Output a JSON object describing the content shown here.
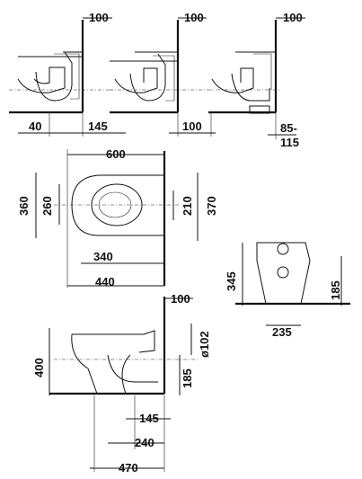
{
  "diagram": {
    "view1": {
      "top": "100",
      "left": "40",
      "right": "145"
    },
    "view2": {
      "top": "100",
      "bottom": "100"
    },
    "view3": {
      "top": "100",
      "bottom_line1": "85-",
      "bottom_line2": "115"
    },
    "plan": {
      "width": "600",
      "depth_left": "360",
      "inner_left": "260",
      "inner_right": "210",
      "depth_right": "370",
      "lower1": "340",
      "lower2": "440"
    },
    "rear": {
      "height_left": "345",
      "height_right": "185",
      "bottom": "235"
    },
    "side": {
      "top": "100",
      "height": "400",
      "pipe": "ø102",
      "outlet": "185",
      "d1": "145",
      "d2": "240",
      "d3": "470"
    }
  }
}
